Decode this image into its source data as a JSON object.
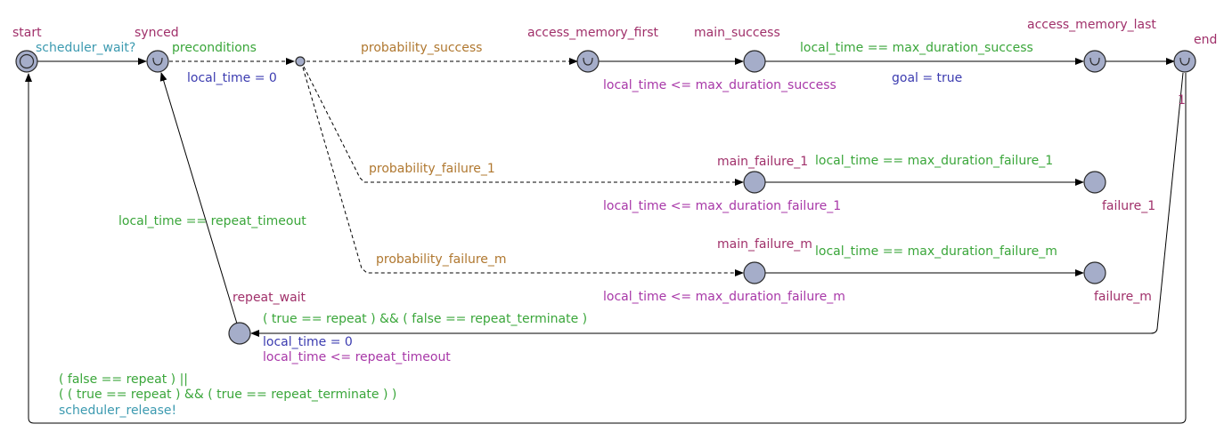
{
  "states": {
    "start": "start",
    "synced": "synced",
    "access_memory_first": "access_memory_first",
    "main_success": "main_success",
    "access_memory_last": "access_memory_last",
    "end": "end",
    "main_failure_1": "main_failure_1",
    "failure_1": "failure_1",
    "main_failure_m": "main_failure_m",
    "failure_m": "failure_m",
    "repeat_wait": "repeat_wait"
  },
  "edges": {
    "start_sync": "scheduler_wait?",
    "preconditions": "preconditions",
    "synced_update": "local_time = 0",
    "prob_success": "probability_success",
    "prob_failure_1": "probability_failure_1",
    "prob_failure_m": "probability_failure_m",
    "guard_success": "local_time == max_duration_success",
    "update_goal": "goal = true",
    "guard_failure_1": "local_time == max_duration_failure_1",
    "guard_failure_m": "local_time == max_duration_failure_m",
    "guard_repeat_timeout": "local_time == repeat_timeout",
    "guard_repeat": "( true == repeat ) && ( false == repeat_terminate )",
    "repeat_update": "local_time = 0",
    "end_weight": "1",
    "release_guard_1": "( false == repeat ) ||",
    "release_guard_2": "( ( true == repeat ) && ( true == repeat_terminate ) )",
    "release_sync": "scheduler_release!"
  },
  "invariants": {
    "main_success": "local_time <= max_duration_success",
    "main_failure_1": "local_time <= max_duration_failure_1",
    "main_failure_m": "local_time <= max_duration_failure_m",
    "repeat_wait": "local_time <= repeat_timeout"
  },
  "colors": {
    "state_name": "#a0306a",
    "guard": "#3aa63a",
    "sync": "#3c9ab0",
    "update": "#3c3cb0",
    "probability": "#b07830",
    "invariant": "#a838a8",
    "node_fill": "#a5adc9"
  }
}
